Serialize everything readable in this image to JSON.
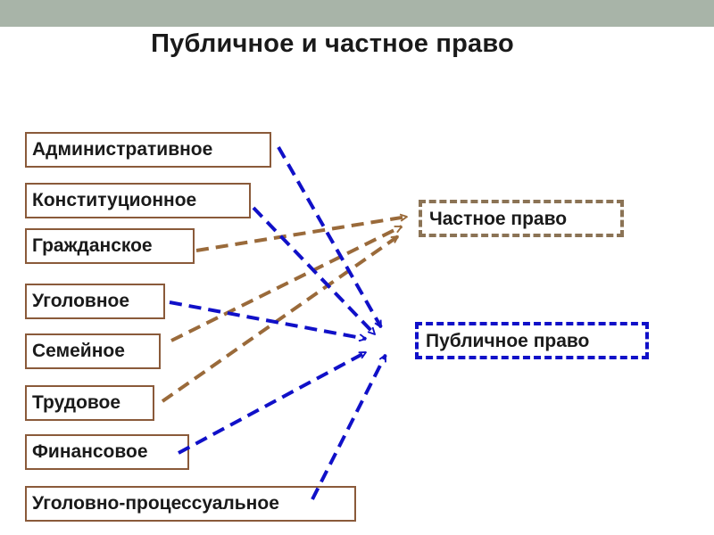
{
  "title": "Публичное  и частное право",
  "colors": {
    "header_bar": "#a8b4a8",
    "box_border": "#8a5a3a",
    "private_arrow": "#9a6a3a",
    "public_arrow": "#1010c8"
  },
  "sources": [
    {
      "id": "administrative",
      "label": "Административное",
      "target": "public"
    },
    {
      "id": "constitutional",
      "label": "Конституционное",
      "target": "public"
    },
    {
      "id": "civil",
      "label": "Гражданское",
      "target": "private"
    },
    {
      "id": "criminal",
      "label": "Уголовное",
      "target": "public"
    },
    {
      "id": "family",
      "label": "Семейное",
      "target": "private"
    },
    {
      "id": "labor",
      "label": "Трудовое",
      "target": "private"
    },
    {
      "id": "financial",
      "label": "Финансовое",
      "target": "public"
    },
    {
      "id": "criminal-procedure",
      "label": "Уголовно-процессуальное",
      "target": "public"
    }
  ],
  "targets": {
    "private": {
      "label": "Частное право"
    },
    "public": {
      "label": "Публичное право"
    }
  }
}
